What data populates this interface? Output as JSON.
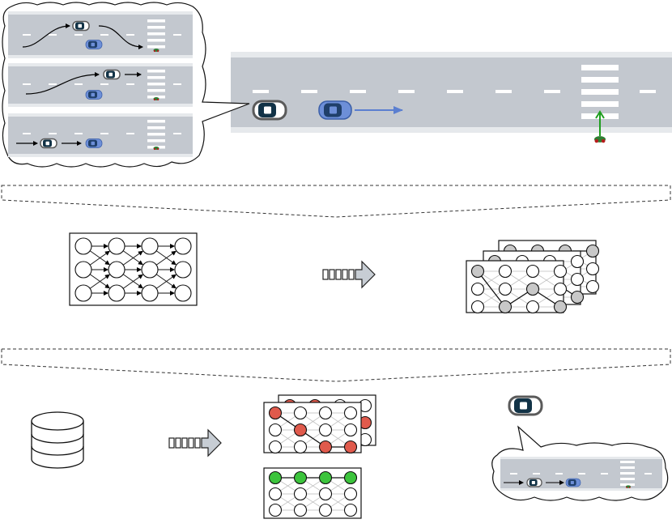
{
  "figure": {
    "background": "#ffffff",
    "colors": {
      "road": "#c3c8cf",
      "road_edge": "#e3e7eb",
      "lane_marking": "#ffffff",
      "ego_car_body": "#ffffff",
      "ego_car_outline": "#606060",
      "ego_car_cabin": "#123347",
      "other_car_body": "#6d8fd8",
      "other_car_cabin": "#1f3f6a",
      "velocity_arrow": "#5b7fd0",
      "pedestrian": "#2e7d32",
      "pedestrian_arrow": "#1f9e1f",
      "node_default": "#ffffff",
      "node_path_gray": "#c8c8c8",
      "node_path_red": "#e05a4c",
      "node_path_green": "#3cc43c",
      "dashed_separator": "#333333",
      "big_arrow_fill": "#c7cdd4"
    },
    "scenes": {
      "main_road": {
        "ego_car": "ego-car",
        "other_car": "other-car",
        "pedestrian": "pedestrian",
        "crosswalk": "crosswalk"
      },
      "thought_bubble_scenarios": [
        {
          "id": "overtake",
          "description_icon": "curved-path-overtake"
        },
        {
          "id": "lane-merge",
          "description_icon": "curved-path-merge"
        },
        {
          "id": "follow",
          "description_icon": "straight-path-follow"
        }
      ]
    },
    "graph": {
      "rows": 3,
      "cols": 4
    },
    "icons": {
      "database": "database-icon",
      "transform_arrow": "dashed-block-arrow-icon",
      "thought_bubble": "thought-bubble-icon"
    }
  }
}
